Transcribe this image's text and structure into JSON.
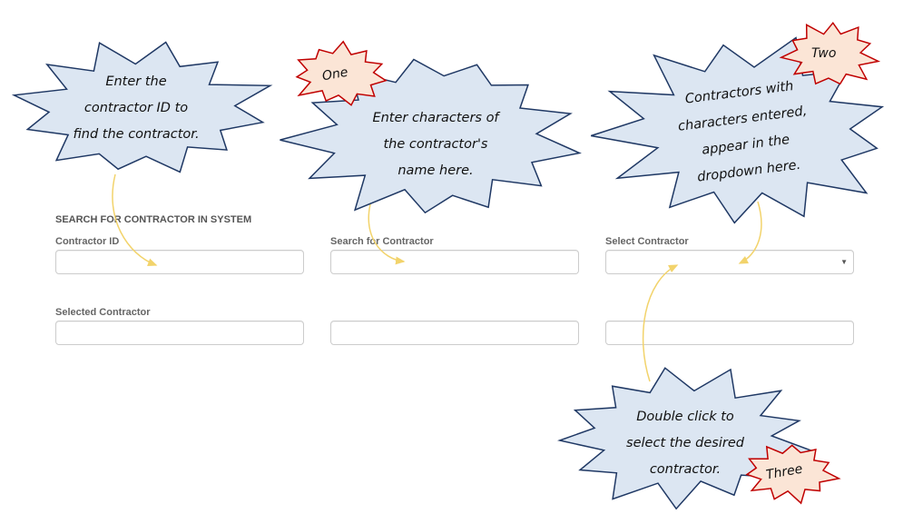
{
  "form": {
    "heading": "SEARCH FOR CONTRACTOR IN SYSTEM",
    "contractor_id_label": "Contractor ID",
    "contractor_id_value": "",
    "search_label": "Search for Contractor",
    "search_value": "",
    "select_label": "Select Contractor",
    "select_value": "",
    "selected_label": "Selected Contractor",
    "selected_value_1": "",
    "selected_value_2": "",
    "selected_value_3": "",
    "dropdown_icon": "triangle-down"
  },
  "callouts": {
    "id": [
      "Enter the",
      "contractor ID to",
      "find the contractor."
    ],
    "search": [
      "Enter characters of",
      "the contractor's",
      "name here."
    ],
    "select": [
      "Contractors with",
      "characters entered,",
      "appear in the",
      "dropdown here."
    ],
    "double": [
      "Double click to",
      "select the desired",
      "contractor."
    ],
    "step_one": "One",
    "step_two": "Two",
    "step_three": "Three"
  },
  "colors": {
    "callout_fill": "#dce6f2",
    "callout_stroke": "#1f3864",
    "step_fill": "#fbe5d6",
    "step_stroke": "#c00000",
    "arrow": "#f2d36b"
  }
}
